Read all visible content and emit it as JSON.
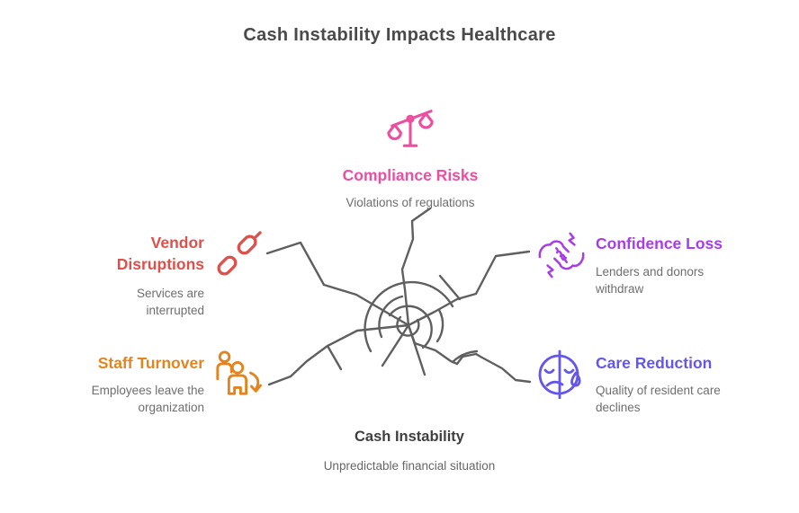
{
  "title": "Cash Instability Impacts Healthcare",
  "center": {
    "label": "Cash Instability",
    "description": "Unpredictable financial situation"
  },
  "nodes": [
    {
      "id": "compliance-risks",
      "label": "Compliance Risks",
      "description": "Violations of regulations",
      "color": "#ed4fa0",
      "icon": "balance-scale-icon"
    },
    {
      "id": "vendor-disruptions",
      "label": "Vendor Disruptions",
      "description": "Services are interrupted",
      "color": "#e0504b",
      "icon": "broken-chain-icon"
    },
    {
      "id": "staff-turnover",
      "label": "Staff Turnover",
      "description": "Employees leave the organization",
      "color": "#e2851f",
      "icon": "people-down-arrow-icon"
    },
    {
      "id": "confidence-loss",
      "label": "Confidence Loss",
      "description": "Lenders and donors withdraw",
      "color": "#a83ce8",
      "icon": "broken-handshake-icon"
    },
    {
      "id": "care-reduction",
      "label": "Care Reduction",
      "description": "Quality of resident care declines",
      "color": "#6456e8",
      "icon": "sad-face-teardrop-icon"
    }
  ],
  "styles": {
    "title_color": "#4a4a4a",
    "subtitle_color": "#6e6e6e",
    "center_label_color": "#3f3f3f",
    "web_line_color": "#5f5f5f",
    "background": "#ffffff"
  }
}
